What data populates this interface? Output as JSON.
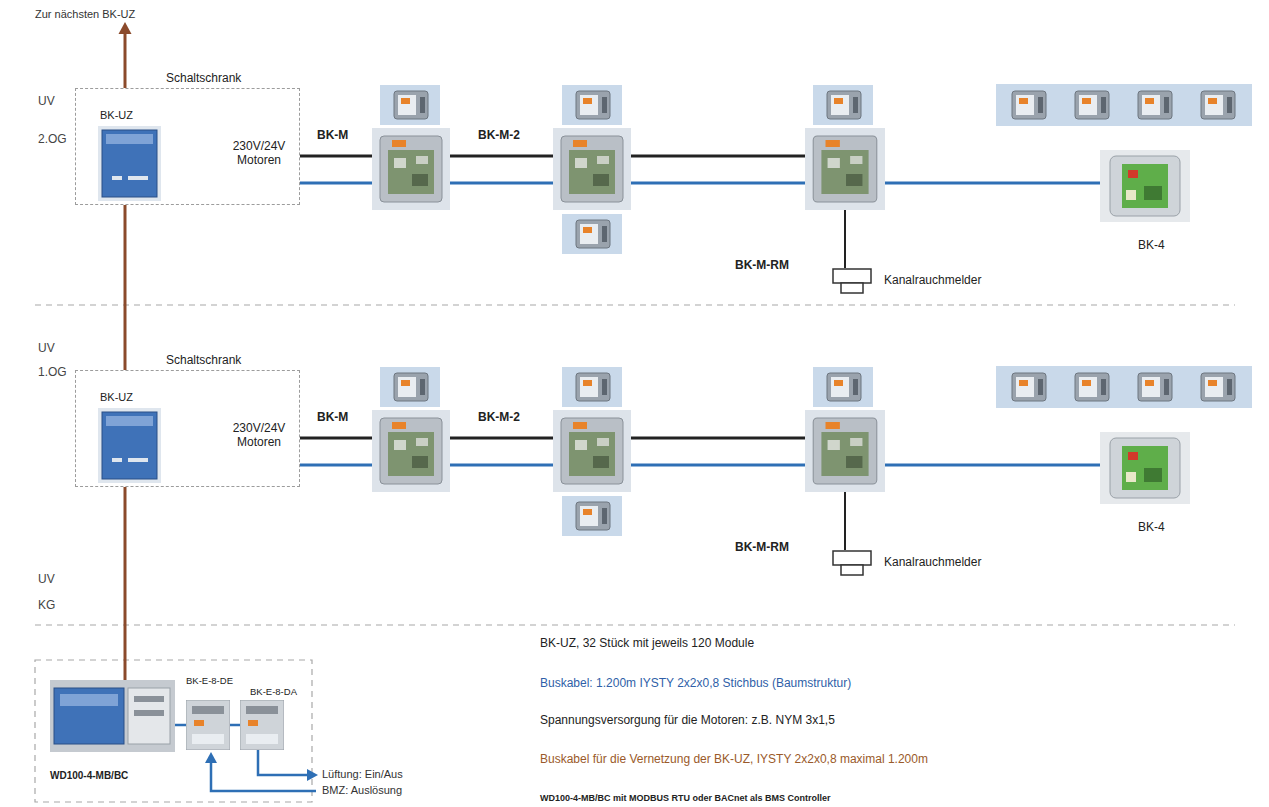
{
  "diagram": {
    "nodes": [
      {
        "text": [
          "Schaltschrank",
          "230V/24V Motoren"
        ]
      },
      {
        "text": [
          "BK-UZ"
        ],
        "in": 0
      },
      {
        "text": [
          "BK-M"
        ]
      },
      {
        "text": [
          "BK-M-2"
        ]
      },
      {
        "text": [
          "BK-M-RM"
        ]
      },
      {
        "text": [
          "Kanalrauchmelder"
        ]
      },
      {
        "text": [
          "BK-4"
        ]
      },
      {
        "text": [
          "Schaltschrank",
          "230V/24V Motoren"
        ]
      },
      {
        "text": [
          "BK-UZ"
        ],
        "in": 7
      },
      {
        "text": [
          "BK-M"
        ]
      },
      {
        "text": [
          "BK-M-2"
        ]
      },
      {
        "text": [
          "BK-M-RM"
        ]
      },
      {
        "text": [
          "Kanalrauchmelder"
        ]
      },
      {
        "text": [
          "BK-4"
        ]
      },
      {
        "text": [
          "WD100-4-MB/BC"
        ]
      },
      {
        "text": [
          "BK-E-8-DE"
        ]
      },
      {
        "text": [
          "BK-E-8-DA"
        ]
      }
    ],
    "edges": [
      {
        "from": 0,
        "to": 2,
        "arrow": "none"
      },
      {
        "from": 2,
        "to": 3,
        "arrow": "none"
      },
      {
        "from": 3,
        "to": 4,
        "arrow": "none"
      },
      {
        "from": 0,
        "to": 2,
        "arrow": "none"
      },
      {
        "from": 2,
        "to": 3,
        "arrow": "none"
      },
      {
        "from": 3,
        "to": 4,
        "arrow": "none"
      },
      {
        "from": 4,
        "to": 6,
        "arrow": "none"
      },
      {
        "from": 4,
        "to": 5,
        "arrow": "none"
      },
      {
        "from": 7,
        "to": 9,
        "arrow": "none"
      },
      {
        "from": 9,
        "to": 10,
        "arrow": "none"
      },
      {
        "from": 10,
        "to": 11,
        "arrow": "none"
      },
      {
        "from": 7,
        "to": 9,
        "arrow": "none"
      },
      {
        "from": 9,
        "to": 10,
        "arrow": "none"
      },
      {
        "from": 10,
        "to": 11,
        "arrow": "none"
      },
      {
        "from": 11,
        "to": 13,
        "arrow": "none"
      },
      {
        "from": 11,
        "to": 12,
        "arrow": "none"
      },
      {
        "from": 14,
        "to": 7,
        "arrow": "none"
      },
      {
        "from": 7,
        "to": 0,
        "arrow": "none"
      },
      {
        "from": 14,
        "to": 15,
        "arrow": "none"
      },
      {
        "from": 15,
        "to": 16,
        "arrow": "none"
      }
    ],
    "labels": [
      "Zur nächsten BK-UZ",
      "UV 2.OG",
      "UV 1.OG",
      "UV KG",
      "Lüftung: Ein/Aus",
      "BMZ: Auslösung",
      "BK-UZ, 32 Stück mit jeweils 120 Module",
      "Buskabel: 1.200m IYSTY 2x2x0,8 Stichbus (Baumstruktur)",
      "Spannungsversorgung für die Motoren: z.B. NYM 3x1,5",
      "Buskabel für die Vernetzung der BK-UZ, IYSTY 2x2x0,8 maximal 1.200m",
      "WD100-4-MB/BC mit MODBUS RTU oder BACnet als BMS Controller"
    ]
  }
}
